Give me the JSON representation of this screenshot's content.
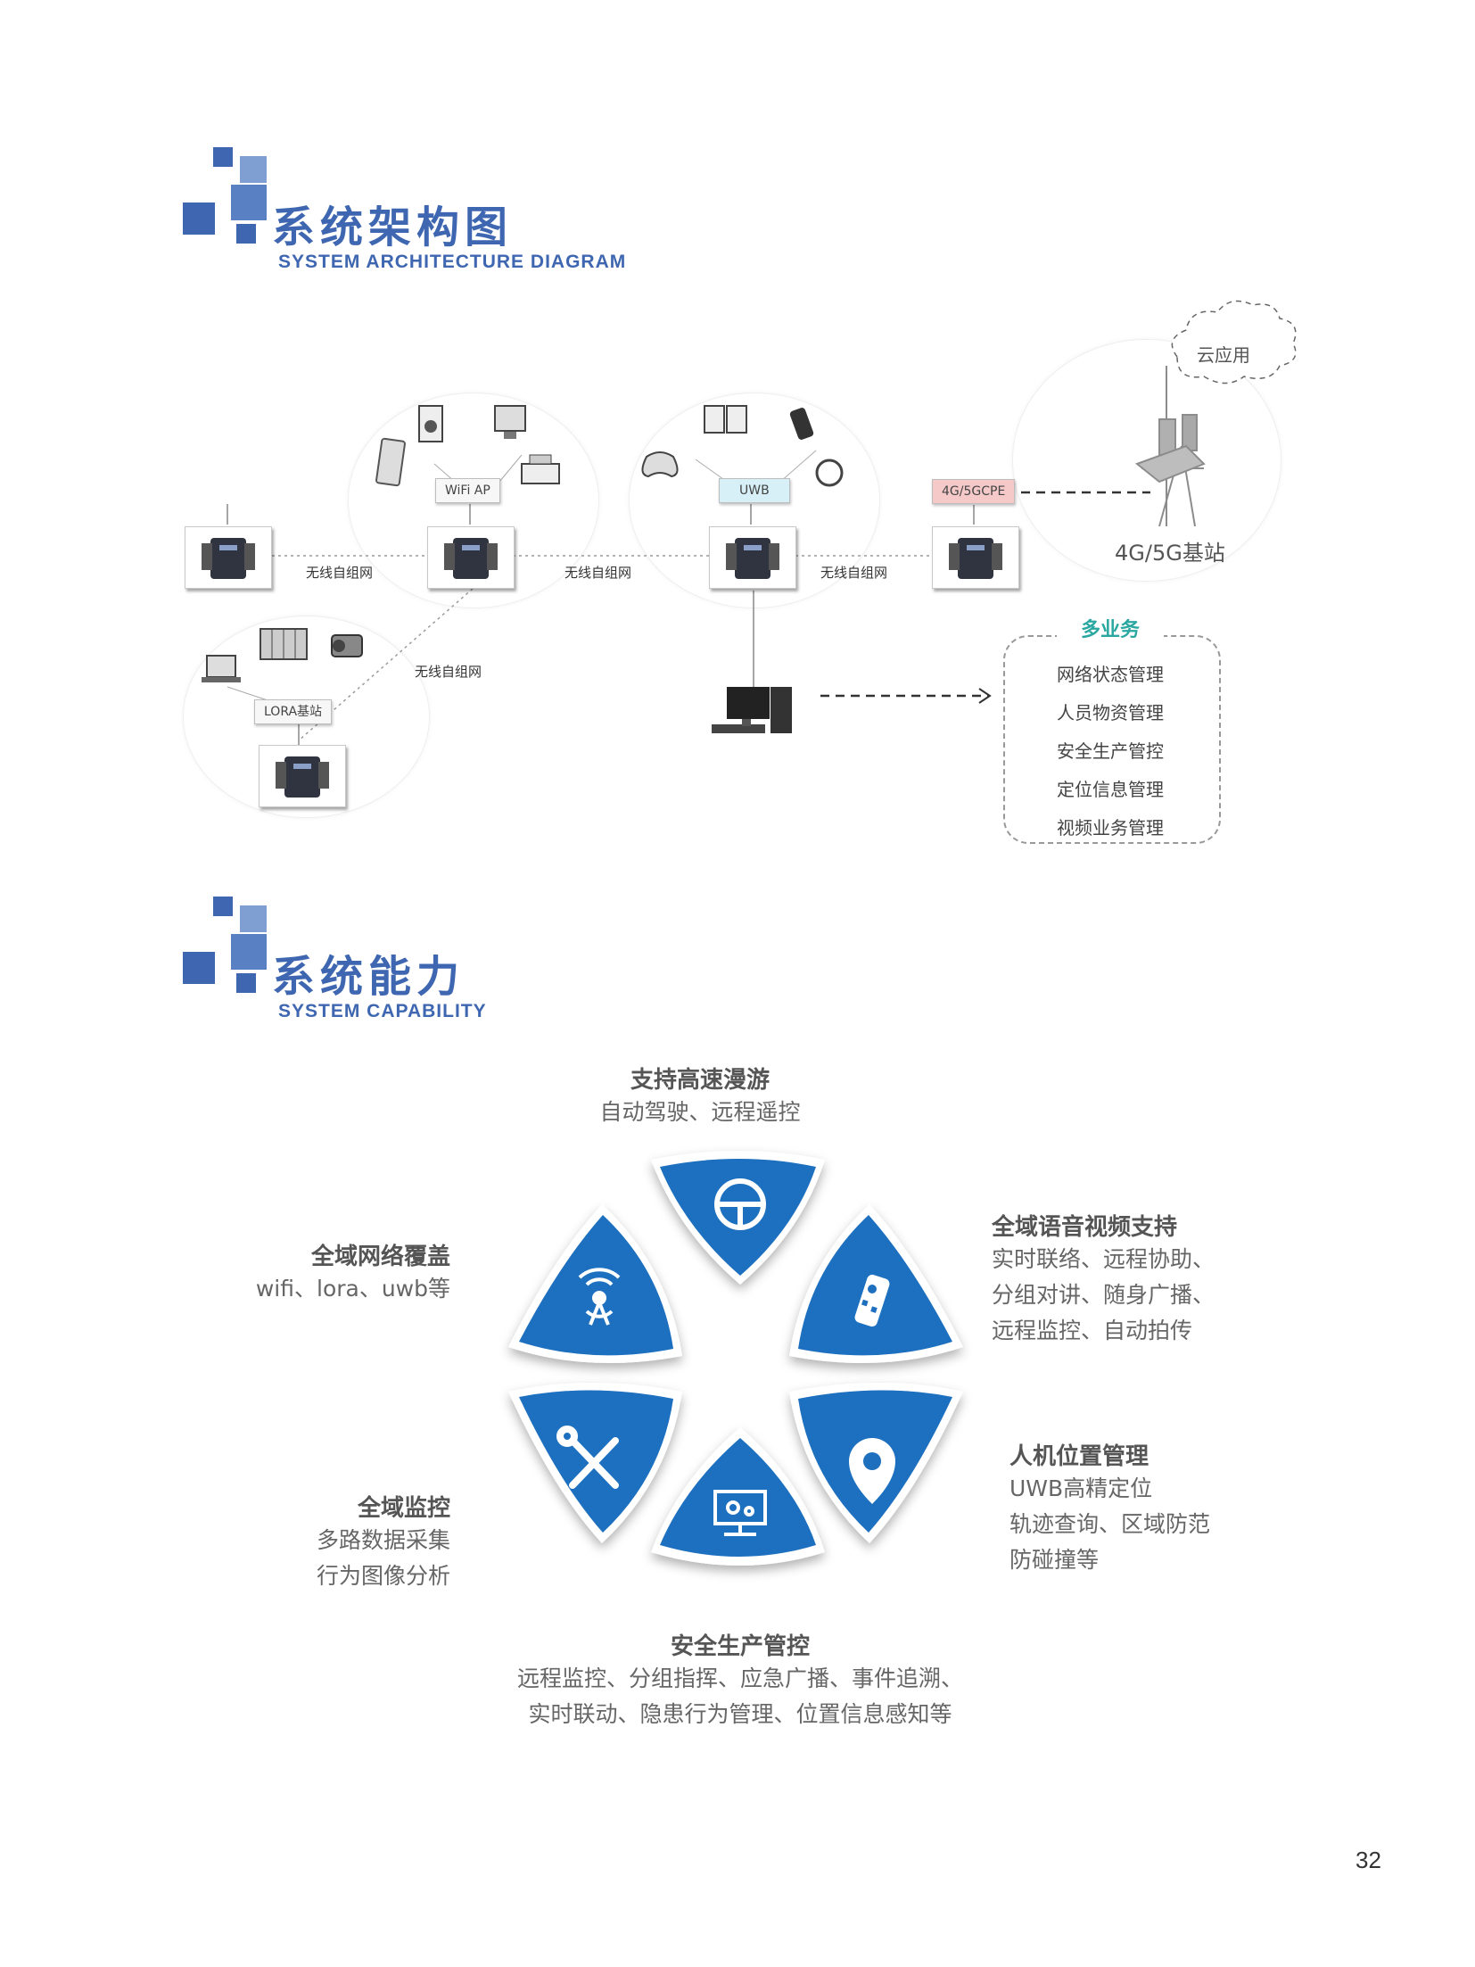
{
  "section1": {
    "title": "系统架构图",
    "subtitle": "SYSTEM ARCHITECTURE DIAGRAM"
  },
  "diagram": {
    "cloud_label": "云应用",
    "tags": {
      "wifi": "WiFi AP",
      "uwb": "UWB",
      "cpe": "4G/5GCPE",
      "lora": "LORA基站"
    },
    "link_label": "无线自组网",
    "base_station_label": "4G/5G基站",
    "services": {
      "title": "多业务",
      "items": [
        "网络状态管理",
        "人员物资管理",
        "安全生产管控",
        "定位信息管理",
        "视频业务管理"
      ]
    },
    "colors": {
      "uwb_tag": "#d7f0f7",
      "cpe_tag": "#f6c9c9",
      "service_title": "#2aa7a0"
    }
  },
  "section2": {
    "title": "系统能力",
    "subtitle": "SYSTEM CAPABILITY"
  },
  "capabilities": {
    "roaming": {
      "title": "支持高速漫游",
      "lines": [
        "自动驾驶、远程遥控"
      ],
      "icon": "steering-wheel-icon"
    },
    "coverage": {
      "title": "全域网络覆盖",
      "lines": [
        "wifi、lora、uwb等"
      ],
      "icon": "antenna-signal-icon"
    },
    "voice_video": {
      "title": "全域语音视频支持",
      "lines": [
        "实时联络、远程协助、",
        "分组对讲、随身广播、",
        "远程监控、自动拍传"
      ],
      "icon": "remote-control-icon"
    },
    "monitoring": {
      "title": "全域监控",
      "lines": [
        "多路数据采集",
        "行为图像分析"
      ],
      "icon": "wrench-screwdriver-icon"
    },
    "positioning": {
      "title": "人机位置管理",
      "lines": [
        "UWB高精定位",
        "轨迹查询、区域防范",
        "防碰撞等"
      ],
      "icon": "location-pin-icon"
    },
    "safety": {
      "title": "安全生产管控",
      "lines": [
        "远程监控、分组指挥、应急广播、事件追溯、",
        "实时联动、隐患行为管理、位置信息感知等"
      ],
      "icon": "monitor-gear-icon"
    },
    "colors": {
      "petal": "#1f6fbf",
      "heading": "#555555"
    }
  },
  "page_number": "32"
}
